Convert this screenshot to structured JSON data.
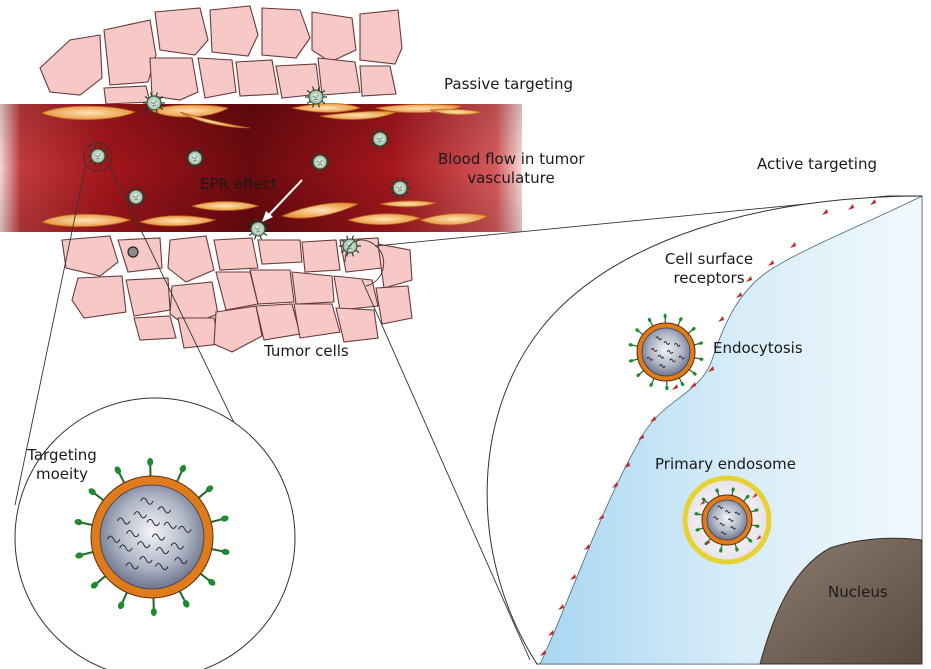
{
  "labels": {
    "passive_targeting": "Passive targeting",
    "blood_flow_line1": "Blood flow in tumor",
    "blood_flow_line2": "vasculature",
    "active_targeting": "Active targeting",
    "epr_effect": "EPR effect",
    "cell_surface_line1": "Cell surface",
    "cell_surface_line2": "receptors",
    "endocytosis": "Endocytosis",
    "tumor_cells": "Tumor cells",
    "primary_endosome": "Primary endosome",
    "targeting_line1": "Targeting",
    "targeting_line2": "moeity",
    "nucleus": "Nucleus"
  },
  "colors": {
    "vessel_dark": "#7a0f12",
    "vessel_mid": "#b5242a",
    "endothelial": "#f0a24a",
    "tumor_cell_fill": "#f6c9c7",
    "tumor_cell_stroke": "#6b3a3a",
    "cytoplasm": "#c9e4f4",
    "nanoparticle_core": "#8a90a6",
    "nanoparticle_shell": "#e07b1c",
    "ligand": "#1f8a2e",
    "receptor": "#c0282d",
    "endosome_ring": "#f2e24a",
    "nucleus": "#6b5a50"
  }
}
